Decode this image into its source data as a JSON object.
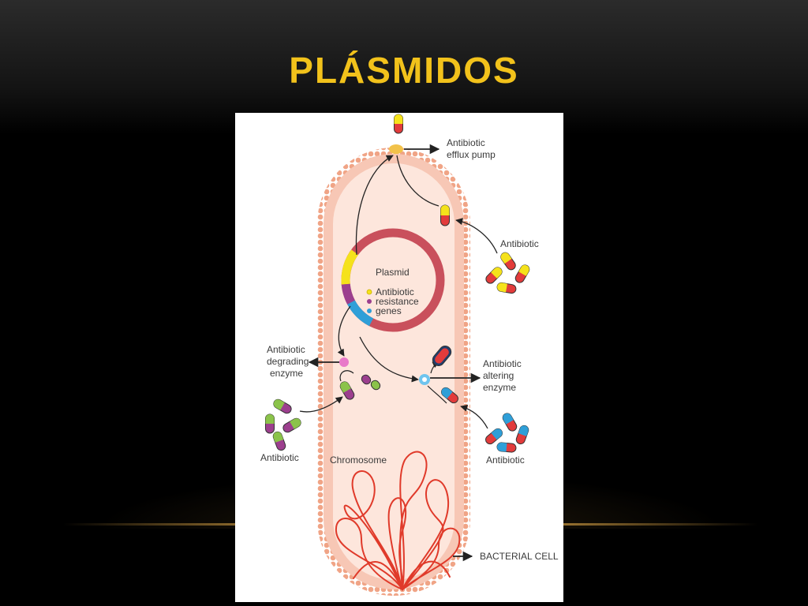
{
  "slide": {
    "title": "PLÁSMIDOS"
  },
  "diagram": {
    "labels": {
      "efflux_line1": "Antibiotic",
      "efflux_line2": "efflux pump",
      "antibiotic_right": "Antibiotic",
      "plasmid": "Plasmid",
      "legend_line1": "Antibiotic",
      "legend_line2": "resistance",
      "legend_line3": "genes",
      "degrading_line1": "Antibiotic",
      "degrading_line2": "degrading",
      "degrading_line3": "enzyme",
      "altering_line1": "Antibiotic",
      "altering_line2": "altering",
      "altering_line3": "enzyme",
      "antibiotic_left": "Antibiotic",
      "antibiotic_bottom_right": "Antibiotic",
      "chromosome": "Chromosome",
      "bacterial_cell": "BACTERIAL CELL"
    },
    "colors": {
      "title": "#f2c21b",
      "cell_fill": "#fbd9cc",
      "membrane": "#f0a486",
      "plasmid_ring": "#c9505c",
      "gene_yellow": "#f5e21b",
      "gene_purple": "#9c3f8e",
      "gene_blue": "#2f9fd8",
      "chromosome": "#e03a2a"
    }
  }
}
